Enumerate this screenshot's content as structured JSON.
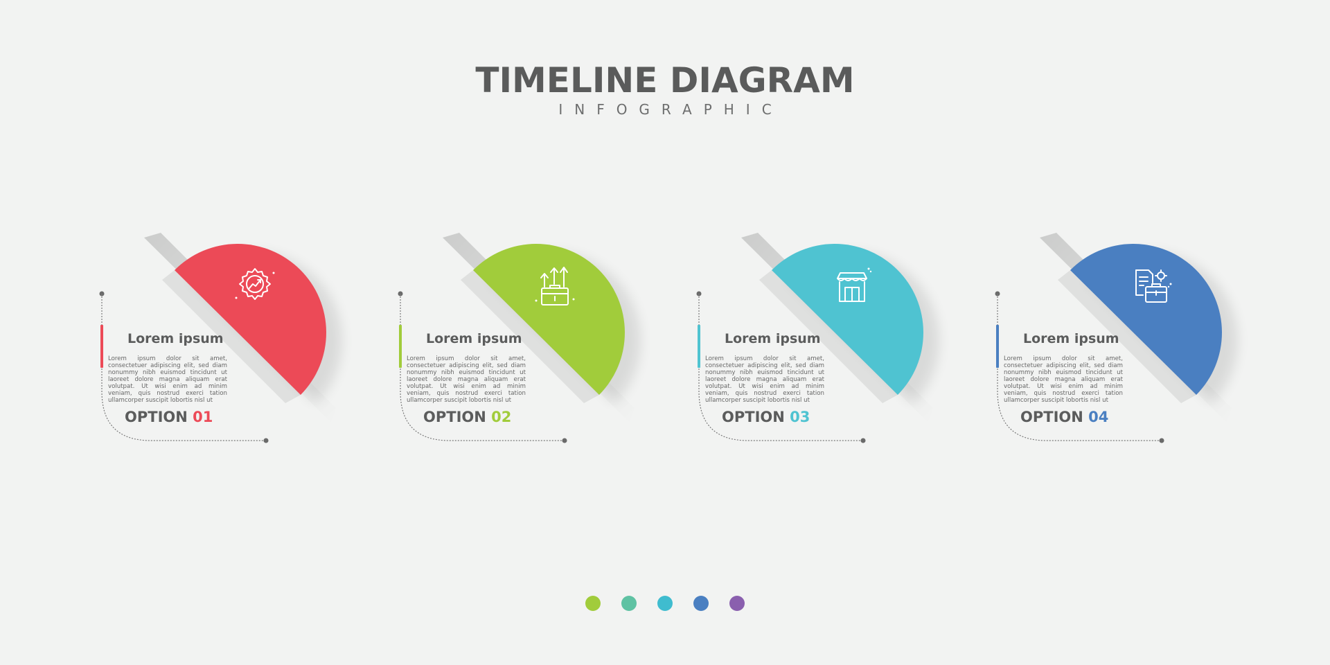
{
  "header": {
    "title": "TIMELINE DIAGRAM",
    "subtitle": "INFOGRAPHIC"
  },
  "steps": [
    {
      "title": "Lorem ipsum",
      "body": "Lorem ipsum dolor sit amet, consectetuer adipiscing elit, sed diam nonummy nibh euismod tincidunt ut laoreet dolore magna aliquam erat volutpat. Ut wisi enim ad minim veniam, quis nostrud exerci tation ullamcorper suscipit lobortis nisl ut",
      "option_word": "OPTION",
      "option_number": "01",
      "color": "#ec4a57",
      "icon": "gear-chart-icon"
    },
    {
      "title": "Lorem ipsum",
      "body": "Lorem ipsum dolor sit amet, consectetuer adipiscing elit, sed diam nonummy nibh euismod tincidunt ut laoreet dolore magna aliquam erat volutpat. Ut wisi enim ad minim veniam, quis nostrud exerci tation ullamcorper suscipit lobortis nisl ut",
      "option_word": "OPTION",
      "option_number": "02",
      "color": "#a1cc3b",
      "icon": "briefcase-growth-icon"
    },
    {
      "title": "Lorem ipsum",
      "body": "Lorem ipsum dolor sit amet, consectetuer adipiscing elit, sed diam nonummy nibh euismod tincidunt ut laoreet dolore magna aliquam erat volutpat. Ut wisi enim ad minim veniam, quis nostrud exerci tation ullamcorper suscipit lobortis nisl ut",
      "option_word": "OPTION",
      "option_number": "03",
      "color": "#4fc3d1",
      "icon": "shop-icon"
    },
    {
      "title": "Lorem ipsum",
      "body": "Lorem ipsum dolor sit amet, consectetuer adipiscing elit, sed diam nonummy nibh euismod tincidunt ut laoreet dolore magna aliquam erat volutpat. Ut wisi enim ad minim veniam, quis nostrud exerci tation ullamcorper suscipit lobortis nisl ut",
      "option_word": "OPTION",
      "option_number": "04",
      "color": "#4a7fc1",
      "icon": "documents-briefcase-icon"
    }
  ],
  "palette": [
    "#a1cc3b",
    "#5fc2a3",
    "#3fbccf",
    "#4a7fc1",
    "#8a5fae"
  ],
  "colors": {
    "background": "#f2f3f2",
    "text": "#5b5c5c",
    "connector": "#777777"
  }
}
